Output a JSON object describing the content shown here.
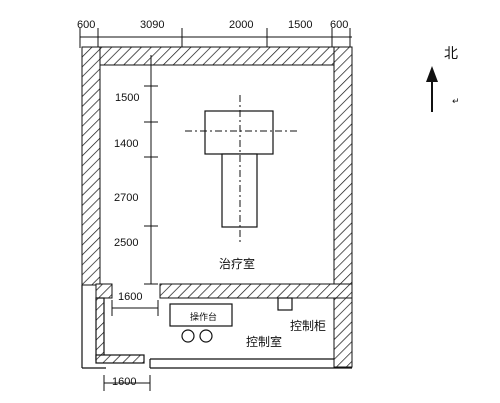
{
  "top_dimensions": [
    "600",
    "3090",
    "2000",
    "1500",
    "600"
  ],
  "left_dimensions": [
    "1500",
    "1400",
    "2700",
    "2500"
  ],
  "door_width_inner": "1600",
  "door_width_outer": "1600",
  "rooms": {
    "treatment_room": "治疗室",
    "control_room": "控制室",
    "control_cabinet": "控制柜",
    "console": "操作台"
  },
  "north": {
    "label": "北",
    "mark": "↵"
  },
  "colors": {
    "line": "#111111",
    "hatch": "#111111",
    "background": "#ffffff"
  }
}
